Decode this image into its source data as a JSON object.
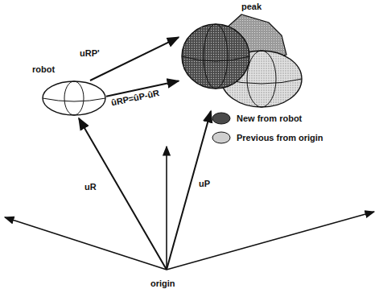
{
  "diagram": {
    "nodes": [
      {
        "text": [
          "robot"
        ]
      },
      {
        "text": [
          "peak"
        ]
      }
    ],
    "edges": [
      {
        "from": 0,
        "to": 1,
        "arrow": "to",
        "label": "uRP'"
      },
      {
        "from": 0,
        "to": 1,
        "arrow": "to",
        "label": "ûRP=ûP-ûR"
      }
    ],
    "labels": [
      "origin",
      "uR",
      "uP"
    ],
    "legend": [
      {
        "text": "New from robot",
        "color": "#4a4a4a"
      },
      {
        "text": "Previous from origin",
        "color": "#cfcfcf"
      }
    ]
  }
}
